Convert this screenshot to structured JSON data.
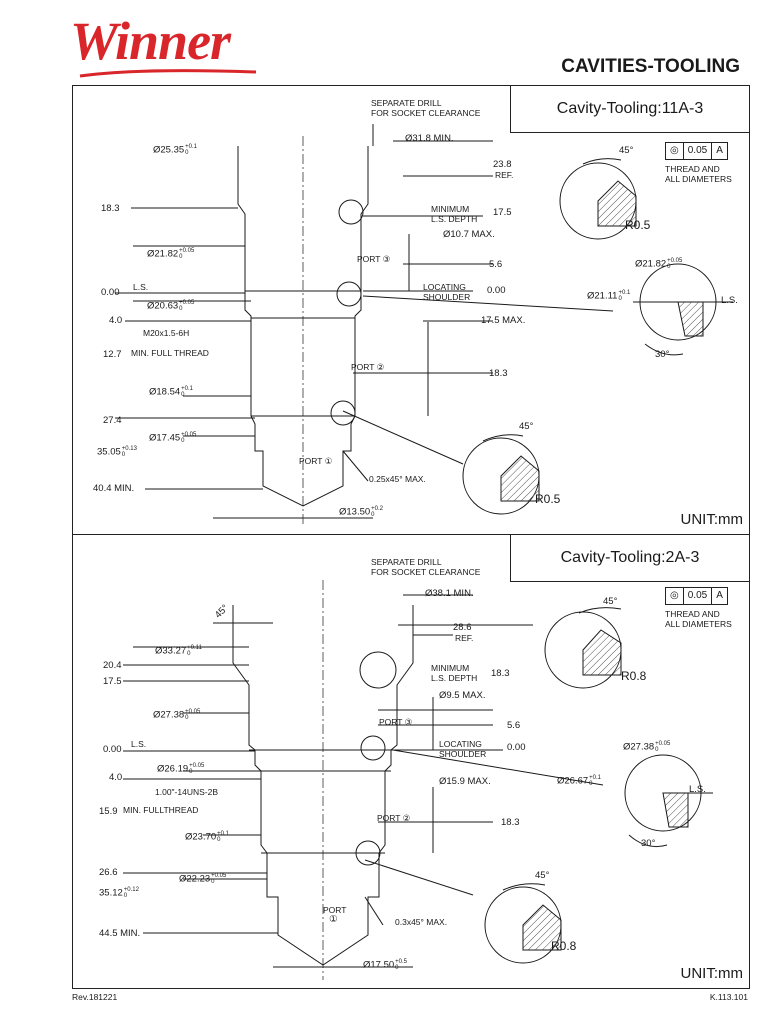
{
  "header": {
    "logo_text": "Winner",
    "title": "CAVITIES-TOOLING"
  },
  "colors": {
    "brand_red": "#d9262b",
    "line": "#1a1a1a",
    "hatch": "#555555"
  },
  "top": {
    "title": "Cavity-Tooling:11A-3",
    "unit": "UNIT:mm",
    "note_drill_1": "SEPARATE DRILL",
    "note_drill_2": "FOR SOCKET CLEARANCE",
    "dia_min": "Ø31.8 MIN.",
    "d1_val": "Ø25.35",
    "d1_tol_hi": "+0.1",
    "d1_tol_lo": "0",
    "ref_val": "23.8",
    "ref_lbl": "REF.",
    "h183": "18.3",
    "min_lbl": "MINIMUM",
    "ls_depth": "L.S. DEPTH",
    "ls_val": "17.5",
    "d107": "Ø10.7 MAX.",
    "d2_val": "Ø21.82",
    "d2_tol_hi": "+0.05",
    "d2_tol_lo": "0",
    "port3": "PORT ③",
    "v56": "5.6",
    "zero_left": "0.00",
    "ls_left": "L.S.",
    "loc_1": "LOCATING",
    "loc_2": "SHOULDER",
    "zero_right": "0.00",
    "d3_val": "Ø20.63",
    "d3_tol_hi": "+0.05",
    "d3_tol_lo": "0",
    "h40": "4.0",
    "thread": "M20x1.5-6H",
    "h127": "12.7",
    "full_thread": "MIN. FULL THREAD",
    "max175": "17.5 MAX.",
    "port2": "PORT ②",
    "v183": "18.3",
    "d4_val": "Ø18.54",
    "d4_tol_hi": "+0.1",
    "d4_tol_lo": "0",
    "h274": "27.4",
    "d5_val": "Ø17.45",
    "d5_tol_hi": "+0.05",
    "d5_tol_lo": "0",
    "h3505": "35.05",
    "h3505_tol_hi": "+0.13",
    "h3505_tol_lo": "0",
    "port1": "PORT ①",
    "chamfer": "0.25x45° MAX.",
    "h404": "40.4 MIN.",
    "d6_val": "Ø13.50",
    "d6_tol_hi": "+0.2",
    "d6_tol_lo": "0",
    "fcf_sym": "◎",
    "fcf_val": "0.05",
    "fcf_ref": "A",
    "thread_note_1": "THREAD AND",
    "thread_note_2": "ALL DIAMETERS",
    "detail_a_angle": "45°",
    "detail_a_radius": "R0.5",
    "detail_b_dia": "Ø21.82",
    "detail_b_tol_hi": "+0.05",
    "detail_b_tol_lo": "0",
    "detail_b_dia2": "Ø21.11",
    "detail_b_tol2_hi": "+0.1",
    "detail_b_tol2_lo": "0",
    "detail_b_ls": "L.S.",
    "detail_b_angle": "30°",
    "detail_c_angle": "45°",
    "detail_c_radius": "R0.5"
  },
  "bottom": {
    "title": "Cavity-Tooling:2A-3",
    "unit": "UNIT:mm",
    "note_drill_1": "SEPARATE DRILL",
    "note_drill_2": "FOR SOCKET CLEARANCE",
    "dia_min": "Ø38.1 MIN.",
    "angle45": "45°",
    "ref_val": "28.6",
    "ref_lbl": "REF.",
    "d1_val": "Ø33.27",
    "d1_tol_hi": "+0.11",
    "d1_tol_lo": "0",
    "h204": "20.4",
    "h175": "17.5",
    "min_lbl": "MINIMUM",
    "ls_depth": "L.S. DEPTH",
    "ls_val": "18.3",
    "d95": "Ø9.5 MAX.",
    "d2_val": "Ø27.38",
    "d2_tol_hi": "+0.05",
    "d2_tol_lo": "0",
    "port3": "PORT ③",
    "v56": "5.6",
    "zero_left": "0.00",
    "ls_left": "L.S.",
    "loc_1": "LOCATING",
    "loc_2": "SHOULDER",
    "zero_right": "0.00",
    "d3_val": "Ø26.19",
    "d3_tol_hi": "+0.05",
    "d3_tol_lo": "0",
    "h40": "4.0",
    "d159": "Ø15.9 MAX.",
    "thread": "1.00\"-14UNS-2B",
    "h159": "15.9",
    "full_thread": "MIN. FULLTHREAD",
    "port2": "PORT ②",
    "v183": "18.3",
    "d4_val": "Ø23.70",
    "d4_tol_hi": "+0.1",
    "d4_tol_lo": "0",
    "h266": "26.6",
    "d5_val": "Ø22.23",
    "d5_tol_hi": "+0.05",
    "d5_tol_lo": "0",
    "h3512": "35.12",
    "h3512_tol_hi": "+0.12",
    "h3512_tol_lo": "0",
    "port1_a": "PORT",
    "port1_b": "①",
    "chamfer": "0.3x45° MAX.",
    "h445": "44.5 MIN.",
    "d6_val": "Ø17.50",
    "d6_tol_hi": "+0.5",
    "d6_tol_lo": "0",
    "fcf_sym": "◎",
    "fcf_val": "0.05",
    "fcf_ref": "A",
    "thread_note_1": "THREAD AND",
    "thread_note_2": "ALL DIAMETERS",
    "detail_a_angle": "45°",
    "detail_a_radius": "R0.8",
    "detail_b_dia": "Ø27.38",
    "detail_b_tol_hi": "+0.05",
    "detail_b_tol_lo": "0",
    "detail_b_dia2": "Ø26.67",
    "detail_b_tol2_hi": "+0.1",
    "detail_b_tol2_lo": "0",
    "detail_b_ls": "L.S.",
    "detail_b_angle": "30°",
    "detail_c_angle": "45°",
    "detail_c_radius": "R0.8"
  },
  "footer": {
    "rev": "Rev.181221",
    "code": "K.113.101"
  }
}
